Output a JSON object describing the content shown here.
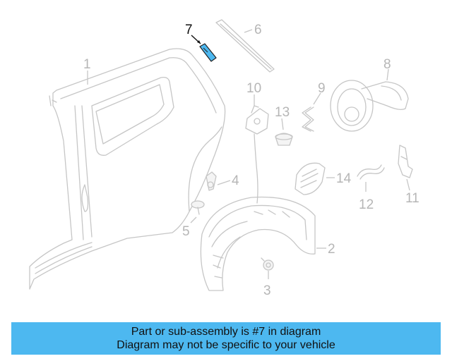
{
  "diagram": {
    "highlighted_part": "7",
    "highlight_color": "#4db8f0",
    "callouts": [
      "1",
      "2",
      "3",
      "4",
      "5",
      "6",
      "7",
      "8",
      "9",
      "10",
      "11",
      "12",
      "13",
      "14"
    ]
  },
  "banner": {
    "line1": "Part or sub-assembly is #7 in diagram",
    "line2": "Diagram may not be specific to your vehicle",
    "background": "#4db8f0"
  }
}
